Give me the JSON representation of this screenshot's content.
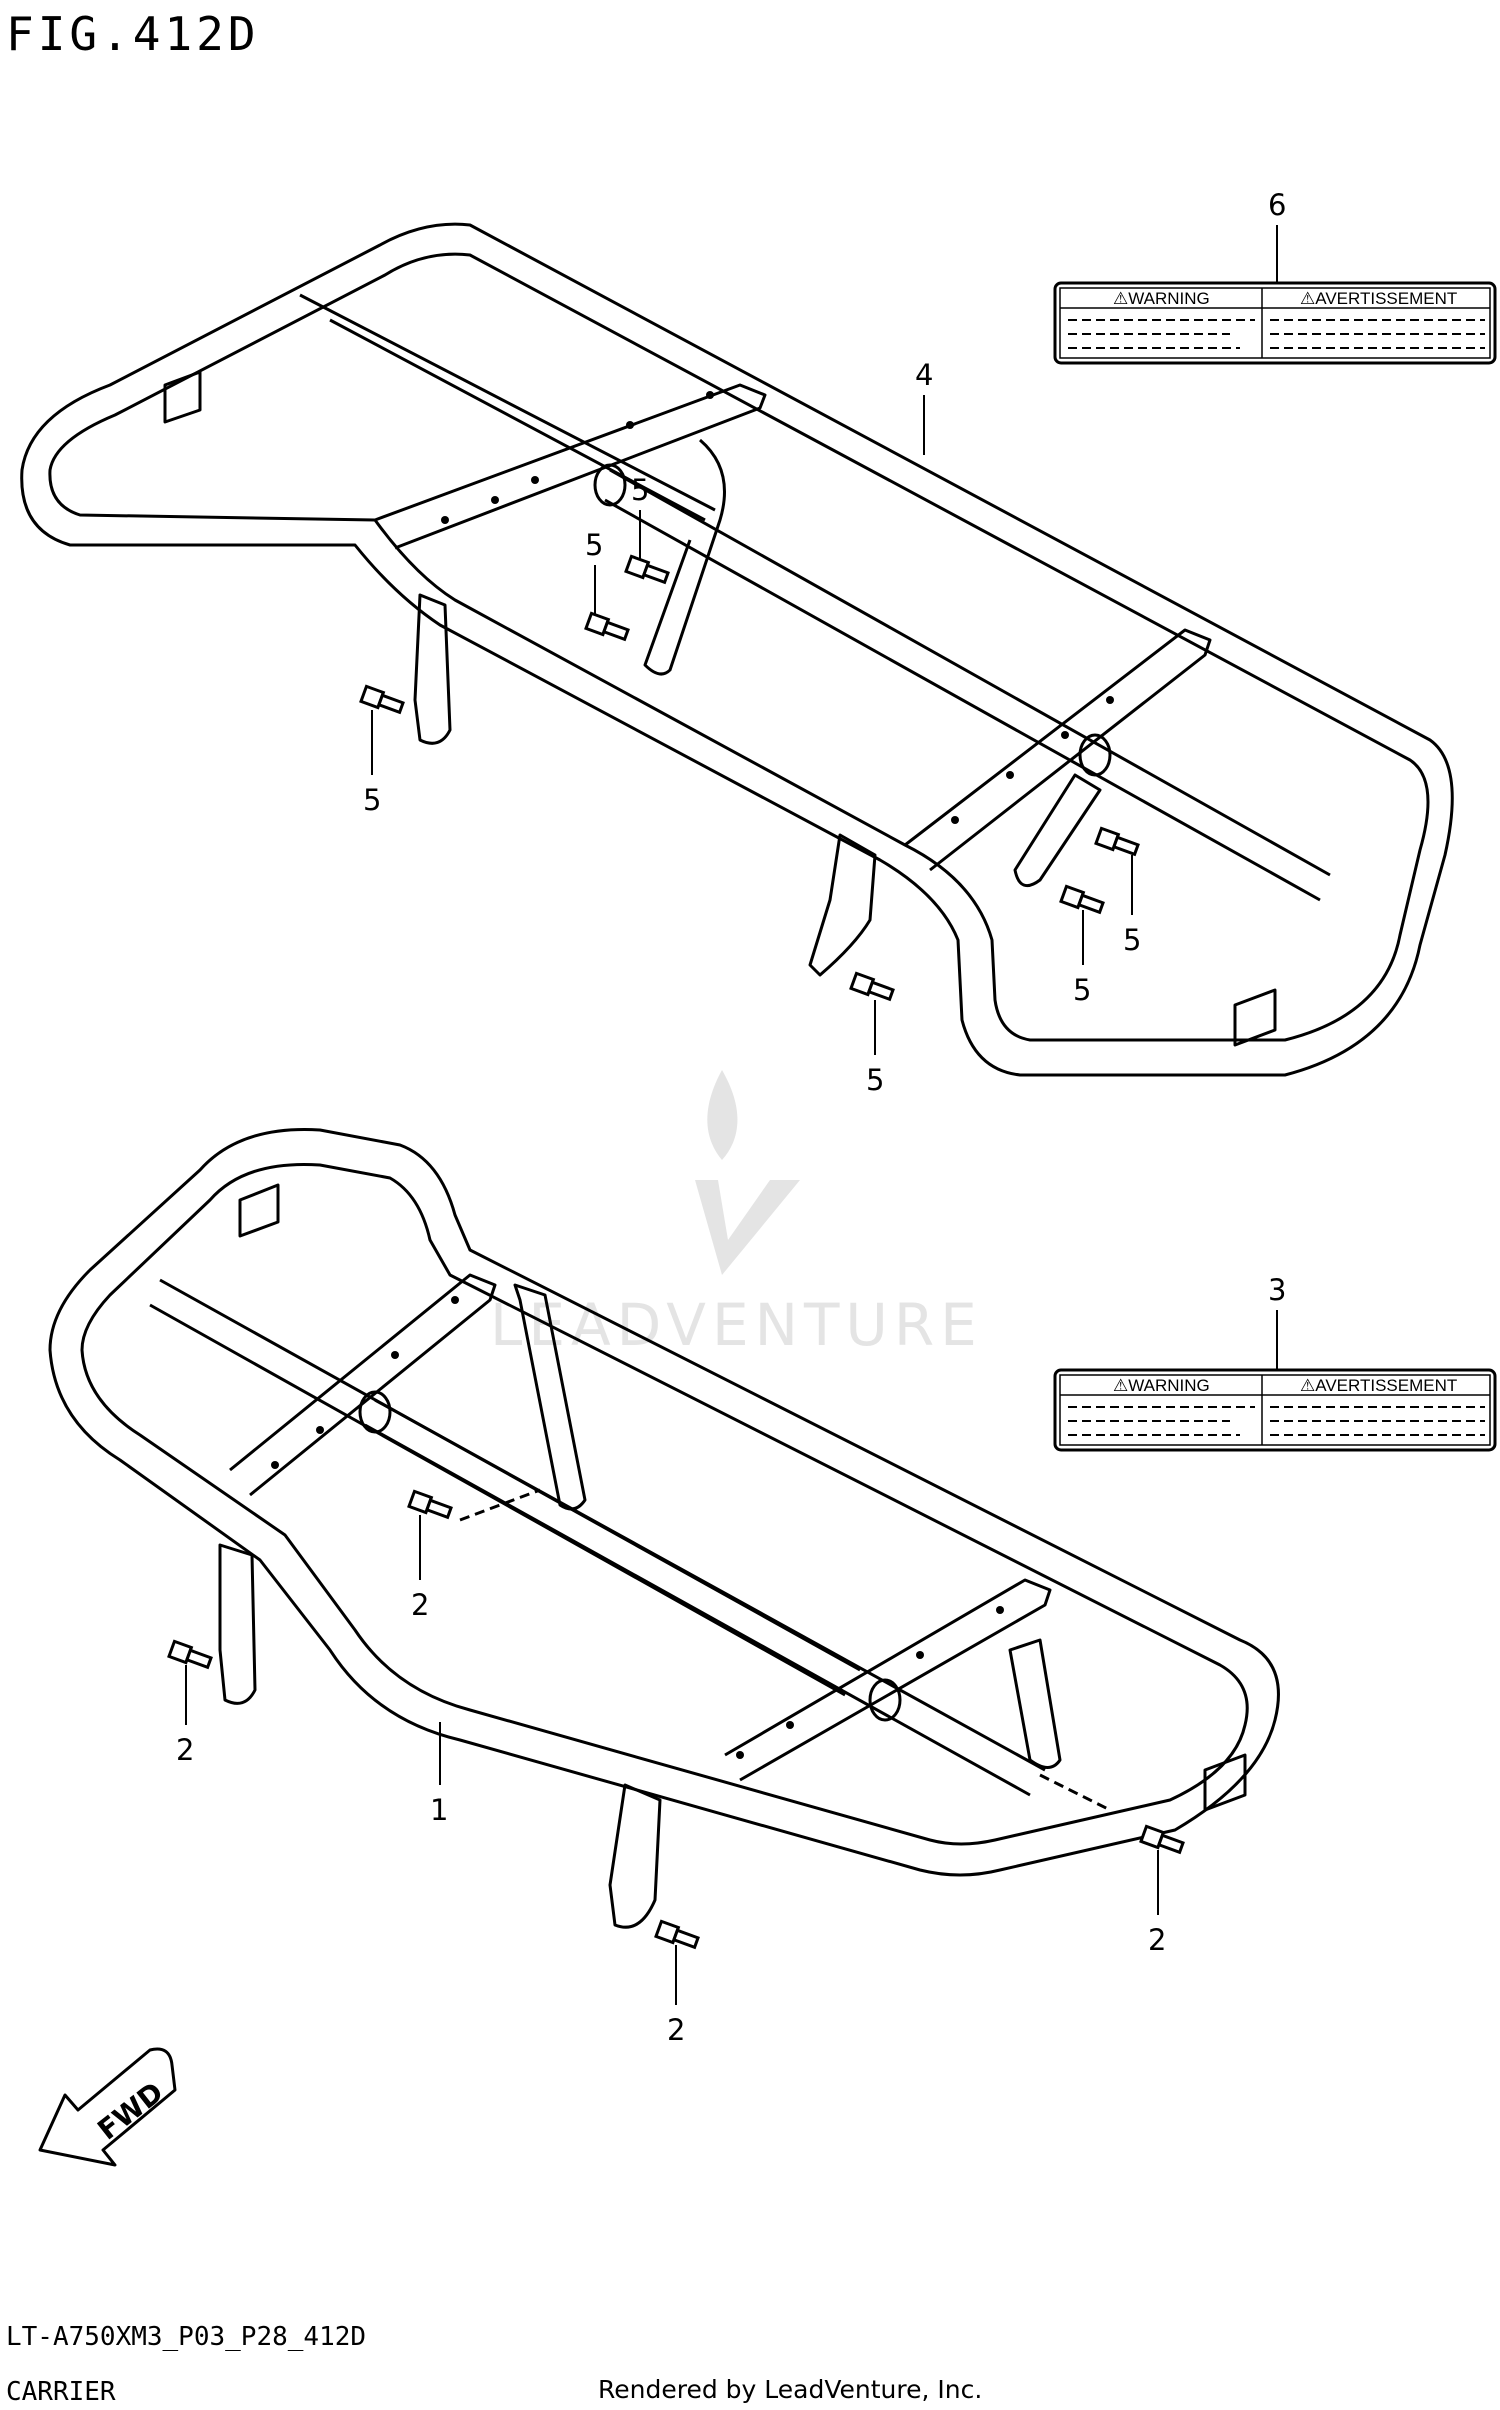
{
  "page": {
    "fig_title": "FIG.412D",
    "model_code": "LT-A750XM3_P03_P28_412D",
    "section_name": "CARRIER",
    "rendered_by": "Rendered by LeadVenture, Inc.",
    "watermark": "LEADVENTURE"
  },
  "callouts": {
    "front_carrier": "1",
    "bolt": "2",
    "label_front": "3",
    "rear_carrier": "4",
    "bolt_rear": "5",
    "label_rear": "6"
  },
  "warning_label": {
    "left_heading": "⚠WARNING",
    "right_heading": "⚠AVERTISSEMENT"
  },
  "direction": {
    "fwd_label": "FWD"
  },
  "colors": {
    "line": "#000000",
    "watermark": "#e4e4e4",
    "paper": "#ffffff"
  }
}
